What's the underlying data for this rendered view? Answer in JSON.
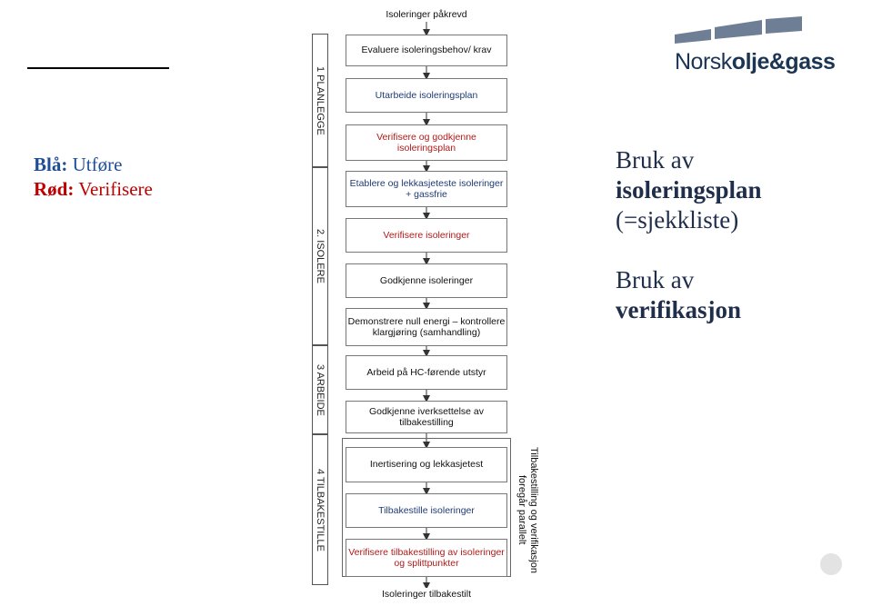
{
  "legend": {
    "blue_key": "Blå:",
    "blue_value": "Utføre",
    "red_key": "Rød:",
    "red_value": "Verifisere"
  },
  "phases": [
    {
      "label": "1 PLANLEGGE"
    },
    {
      "label": "2. ISOLERE"
    },
    {
      "label": "3 ARBEIDE"
    },
    {
      "label": "4 TILBAKESTILLE"
    }
  ],
  "flow": {
    "start": "Isoleringer påkrevd",
    "steps": [
      {
        "text": "Evaluere isoleringsbehov/ krav",
        "color": "black"
      },
      {
        "text": "Utarbeide isoleringsplan",
        "color": "blue"
      },
      {
        "text": "Verifisere og godkjenne isoleringsplan",
        "color": "red"
      },
      {
        "text": "Etablere og lekkasjeteste isoleringer + gassfrie",
        "color": "blue"
      },
      {
        "text": "Verifisere isoleringer",
        "color": "red"
      },
      {
        "text": "Godkjenne isoleringer",
        "color": "black"
      },
      {
        "text": "Demonstrere null energi – kontrollere klargjøring (samhandling)",
        "color": "black"
      },
      {
        "text": "Arbeid på HC-førende utstyr",
        "color": "black"
      },
      {
        "text": "Godkjenne iverksettelse av tilbakestilling",
        "color": "black"
      },
      {
        "text": "Inertisering og lekkasjetest",
        "color": "black"
      },
      {
        "text": "Tilbakestille isoleringer",
        "color": "blue"
      },
      {
        "text": "Verifisere tilbakestilling av isoleringer og splittpunkter",
        "color": "red"
      }
    ],
    "end": "Isoleringer tilbakestilt",
    "side_note": "Tilbakestilling og verifikasjon foregår parallelt"
  },
  "logo": {
    "text_left": "Norsk",
    "text_right": "olje&gas",
    "text_bold": "s"
  },
  "right_panel": {
    "line1": "Bruk av",
    "line2": "isoleringsplan",
    "line3": "(=sjekkliste)",
    "line4": "Bruk av",
    "line5": "verifikasjon"
  },
  "colors": {
    "blue": "#1f3b75",
    "red": "#b01a1a",
    "logo_blue": "#1c3553",
    "arrow": "#333333"
  }
}
